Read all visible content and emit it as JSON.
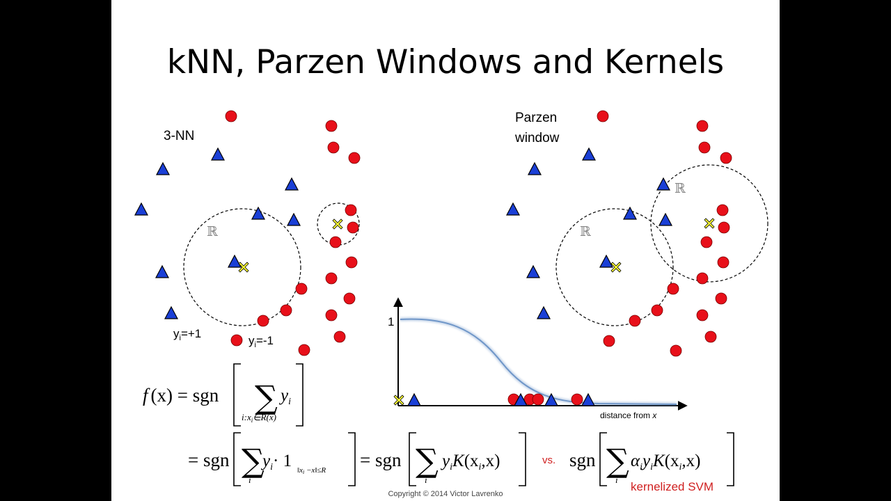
{
  "slide": {
    "title": "kNN, Parzen Windows and Kernels",
    "copyright": "Copyright © 2014 Victor Lavrenko"
  },
  "left_panel": {
    "label": "3-NN",
    "region_symbol": "ℝ",
    "pos_label_base": "y",
    "pos_label_sub": "i",
    "pos_label_rest": "=+1",
    "neg_label_base": "y",
    "neg_label_sub": "i",
    "neg_label_rest": "=-1"
  },
  "right_panel": {
    "label_line1": "Parzen",
    "label_line2": "window",
    "region_symbol": "ℝ"
  },
  "kernel_plot": {
    "y_tick": "1",
    "x_label_prefix": "distance from ",
    "x_label_var": "x"
  },
  "formulas": {
    "f_lhs": "f",
    "f_paren": "(x) = sgn",
    "sum": "∑",
    "y": "y",
    "i": "i",
    "sum1_subscript": "i:x",
    "sum1_subscript_rest": "∈R(x)",
    "eq_sgn": "= sgn",
    "dot_one": "· 1",
    "indicator_sub": "‖x",
    "indicator_sub_rest": " −x‖≤R",
    "eq_sgn2": "= sgn",
    "K": "K",
    "kx": "(x",
    "kx_rest": ",x)",
    "vs": "vs.",
    "sgn3": "sgn",
    "alpha": "α",
    "svm_label": "kernelized SVM"
  },
  "colors": {
    "triangle": "#1a3fd6",
    "circle": "#e8101a",
    "query": "#ffff33",
    "curve": "#6f96c8",
    "vs_red": "#d02020"
  }
}
